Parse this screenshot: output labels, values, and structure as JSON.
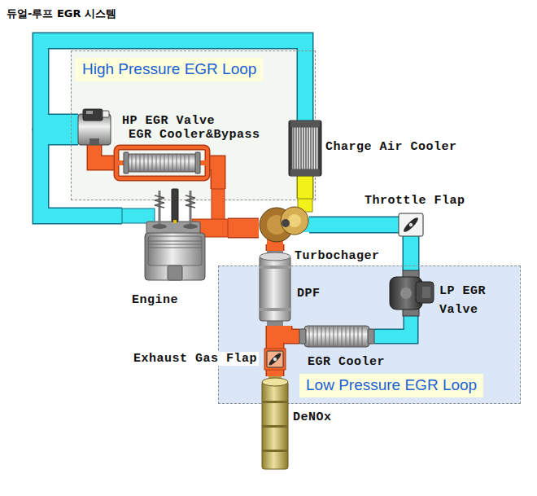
{
  "diagram": {
    "title": "듀얼-루프 EGR 시스템",
    "nodes": [
      {
        "text": [
          "High Pressure EGR Loop"
        ]
      },
      {
        "text": [
          "HP EGR Valve"
        ],
        "in": 0
      },
      {
        "text": [
          "EGR Cooler&Bypass"
        ],
        "in": 0
      },
      {
        "text": [
          "Charge Air Cooler"
        ]
      },
      {
        "text": [
          "Engine"
        ]
      },
      {
        "text": [
          "Turbochager"
        ]
      },
      {
        "text": [
          "Throttle Flap"
        ]
      },
      {
        "text": [
          "Low Pressure EGR Loop"
        ]
      },
      {
        "text": [
          "DPF"
        ],
        "in": 7
      },
      {
        "text": [
          "LP EGR Valve"
        ],
        "in": 7
      },
      {
        "text": [
          "EGR Cooler"
        ],
        "in": 7
      },
      {
        "text": [
          "Exhaust Gas Flap"
        ],
        "in": 7
      },
      {
        "text": [
          "DeNOx"
        ]
      }
    ],
    "edges": [
      {
        "from": 4,
        "to": 5,
        "arrow": "none"
      },
      {
        "from": 4,
        "to": 2,
        "arrow": "none"
      },
      {
        "from": 2,
        "to": 1,
        "arrow": "none"
      },
      {
        "from": 1,
        "to": 4,
        "arrow": "none"
      },
      {
        "from": 5,
        "to": 3,
        "arrow": "none"
      },
      {
        "from": 3,
        "to": 1,
        "arrow": "none"
      },
      {
        "from": 5,
        "to": 8,
        "arrow": "none"
      },
      {
        "from": 8,
        "to": 11,
        "arrow": "none"
      },
      {
        "from": 11,
        "to": 12,
        "arrow": "none"
      },
      {
        "from": 8,
        "to": 10,
        "arrow": "none"
      },
      {
        "from": 10,
        "to": 9,
        "arrow": "none"
      },
      {
        "from": 9,
        "to": 6,
        "arrow": "none"
      },
      {
        "from": 6,
        "to": 5,
        "arrow": "none"
      }
    ]
  }
}
